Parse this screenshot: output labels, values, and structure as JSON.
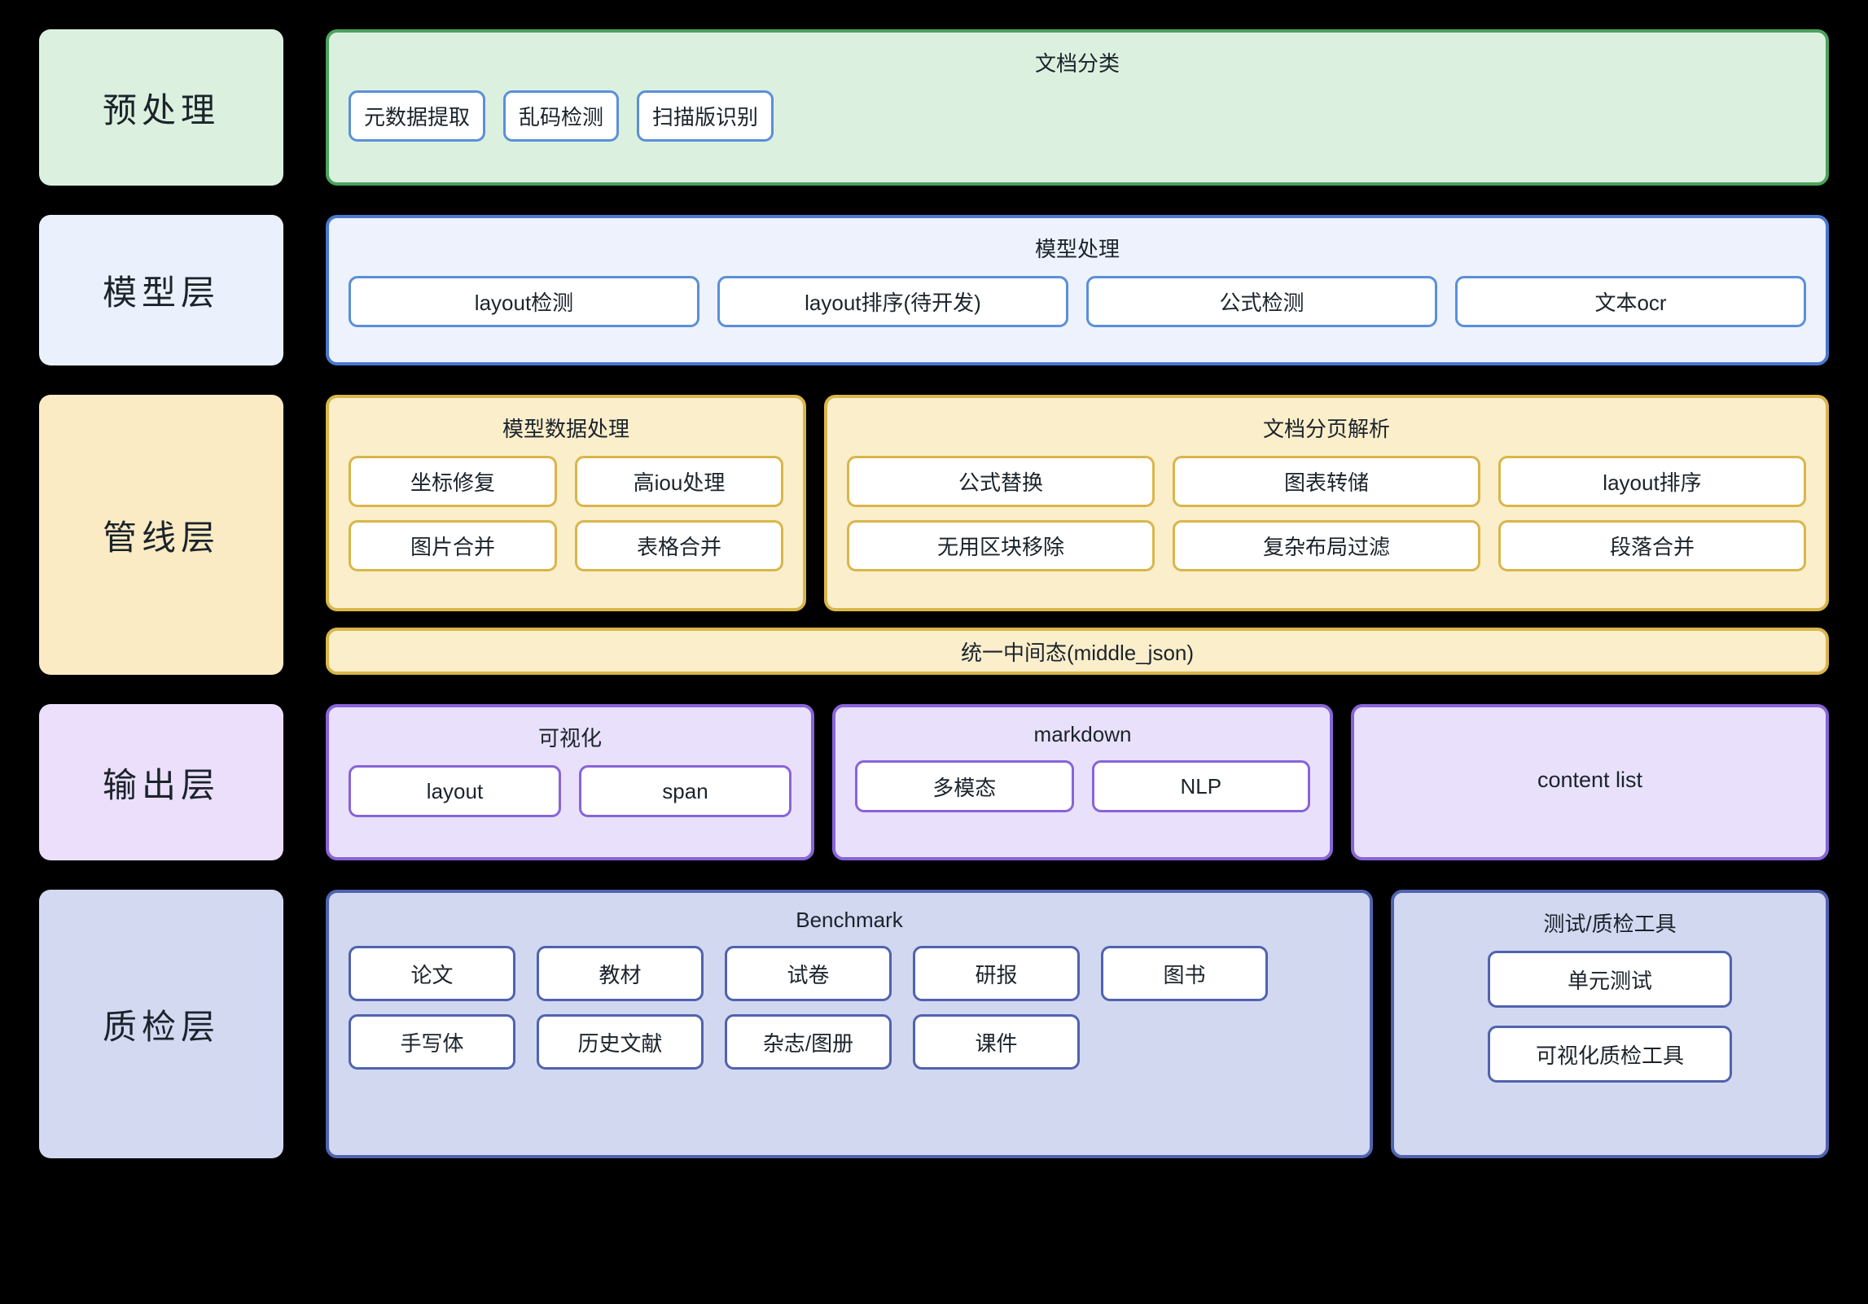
{
  "layers": [
    {
      "id": "preprocess",
      "label": "预处理",
      "theme": "t-green",
      "groups": [
        {
          "title": "文档分类",
          "rows": [
            [
              "元数据提取",
              "乱码检测",
              "扫描版识别"
            ]
          ]
        }
      ]
    },
    {
      "id": "model",
      "label": "模型层",
      "theme": "t-blue",
      "groups": [
        {
          "title": "模型处理",
          "rows": [
            [
              "layout检测",
              "layout排序(待开发)",
              "公式检测",
              "文本ocr"
            ]
          ]
        }
      ]
    },
    {
      "id": "pipeline",
      "label": "管线层",
      "theme": "t-yellow",
      "groups": [
        {
          "title": "模型数据处理",
          "rows": [
            [
              "坐标修复",
              "高iou处理"
            ],
            [
              "图片合并",
              "表格合并"
            ]
          ]
        },
        {
          "title": "文档分页解析",
          "rows": [
            [
              "公式替换",
              "图表转储",
              "layout排序"
            ],
            [
              "无用区块移除",
              "复杂布局过滤",
              "段落合并"
            ]
          ]
        }
      ],
      "banner": "统一中间态(middle_json)"
    },
    {
      "id": "output",
      "label": "输出层",
      "theme": "t-purple",
      "groups": [
        {
          "title": "可视化",
          "rows": [
            [
              "layout",
              "span"
            ]
          ]
        },
        {
          "title": "markdown",
          "rows": [
            [
              "多模态",
              "NLP"
            ]
          ]
        },
        {
          "title": "content list",
          "rows": []
        }
      ]
    },
    {
      "id": "qa",
      "label": "质检层",
      "theme": "t-indigo",
      "groups": [
        {
          "title": "Benchmark",
          "rows": [
            [
              "论文",
              "教材",
              "试卷",
              "研报",
              "图书"
            ],
            [
              "手写体",
              "历史文献",
              "杂志/图册",
              "课件"
            ]
          ]
        },
        {
          "title": "测试/质检工具",
          "rows": [
            [
              "单元测试"
            ],
            [
              "可视化质检工具"
            ]
          ]
        }
      ]
    }
  ],
  "colors": {
    "background": "#000000",
    "green_fill": "#DCF0DF",
    "green_border": "#4CA25C",
    "blue_fill": "#EDF2FC",
    "blue_border": "#4A78D0",
    "yellow_fill": "#FBEECB",
    "yellow_border": "#D9B64A",
    "purple_fill": "#E9E1FB",
    "purple_border": "#8864D8",
    "indigo_fill": "#D2D8F0",
    "indigo_border": "#5063AF",
    "chip_fill": "#FFFFFF",
    "text": "#1B232B"
  }
}
